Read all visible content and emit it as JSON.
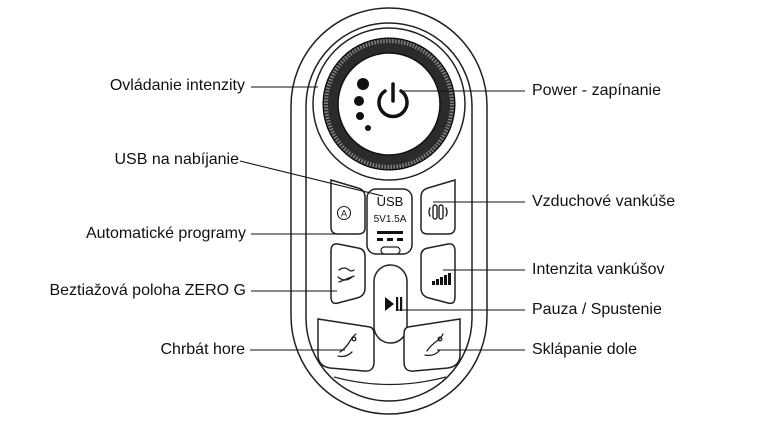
{
  "labels_left": {
    "intensity_control": "Ovládanie intenzity",
    "usb_charging": "USB na nabíjanie",
    "auto_programs": "Automatické programy",
    "zero_g": "Beztiažová poloha ZERO G",
    "back_up": "Chrbát hore"
  },
  "labels_right": {
    "power": "Power - zapínanie",
    "air_cushions": "Vzduchové vankúše",
    "cushion_intensity": "Intenzita vankúšov",
    "pause_start": "Pauza / Spustenie",
    "fold_down": "Sklápanie dole"
  },
  "remote": {
    "usb_text": "USB",
    "usb_rating": "5V1.5A",
    "auto_button_letter": "A",
    "icons": {
      "power": "power-icon",
      "auto": "circled-a-icon",
      "air": "air-cushion-icon",
      "zero_g": "zero-gravity-icon",
      "intensity": "bars-intensity-icon",
      "play_pause": "play-pause-icon",
      "back_up": "recline-up-icon",
      "fold_down": "recline-down-icon"
    }
  }
}
